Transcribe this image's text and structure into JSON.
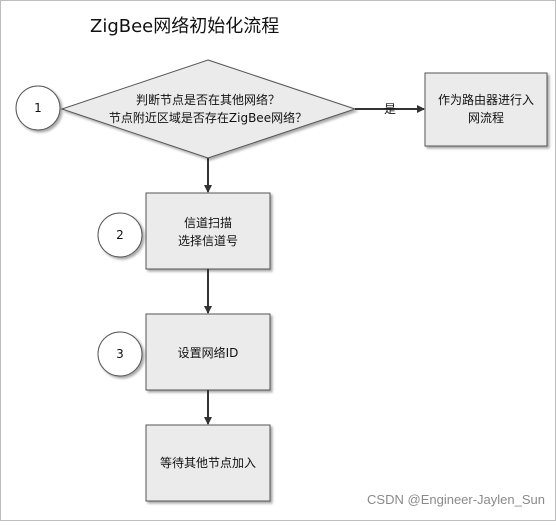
{
  "title": "ZigBee网络初始化流程",
  "decision": {
    "line1": "判断节点是否在其他网络？",
    "line2": "节点附近区域是否存在ZigBee网络？"
  },
  "yes_label": "是",
  "side_box": {
    "line1": "作为路由器进行入",
    "line2": "网流程"
  },
  "steps": [
    {
      "line1": "信道扫描",
      "line2": "选择信道号"
    },
    {
      "line1": "设置网络ID"
    },
    {
      "line1": "等待其他节点加入"
    }
  ],
  "markers": [
    "1",
    "2",
    "3"
  ],
  "watermark": "CSDN @Engineer-Jaylen_Sun",
  "colors": {
    "box_fill": "#ebebeb",
    "stroke": "#555555",
    "arrow": "#333333"
  }
}
